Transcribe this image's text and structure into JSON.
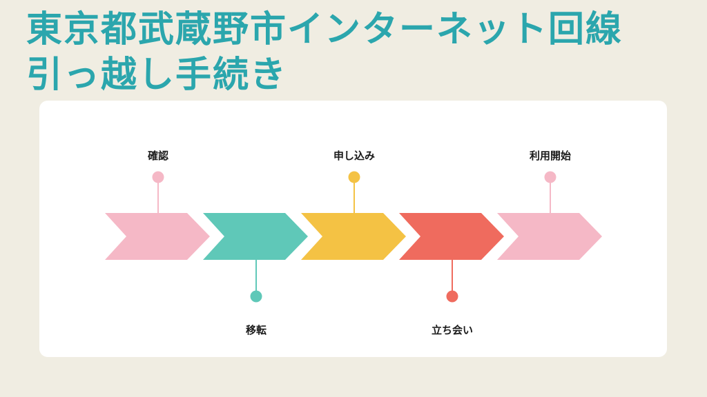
{
  "title": {
    "line1": "東京都武蔵野市インターネット回線",
    "line2": "引っ越し手続き"
  },
  "colors": {
    "background": "#F0EDE2",
    "title": "#2BA6AD",
    "card": "#FFFFFF"
  },
  "steps": [
    {
      "label": "確認",
      "color": "#F5B8C6",
      "pin_color": "#F5B8C6",
      "label_position": "top"
    },
    {
      "label": "移転",
      "color": "#5FC8B8",
      "pin_color": "#5FC8B8",
      "label_position": "bottom"
    },
    {
      "label": "申し込み",
      "color": "#F4C244",
      "pin_color": "#F4C244",
      "label_position": "top"
    },
    {
      "label": "立ち会い",
      "color": "#EF6B5E",
      "pin_color": "#EF6B5E",
      "label_position": "bottom"
    },
    {
      "label": "利用開始",
      "color": "#F5B8C6",
      "pin_color": "#F5B8C6",
      "label_position": "top"
    }
  ]
}
